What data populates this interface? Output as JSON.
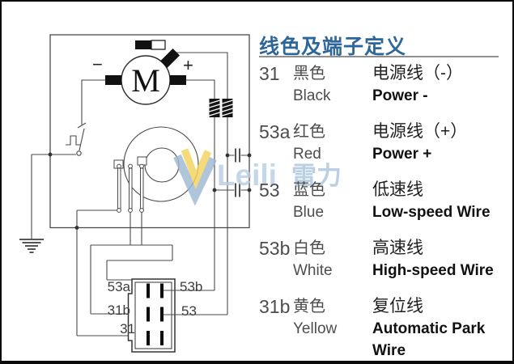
{
  "page": {
    "background": "#ffffff",
    "border_color": "#0a0a0a"
  },
  "legend": {
    "title": "线色及端子定义",
    "title_color": "#2f6699",
    "rows": [
      {
        "terminal": "31",
        "color_cn": "黑色",
        "color_en": "Black",
        "desc_cn": "电源线（-）",
        "desc_en": "Power -"
      },
      {
        "terminal": "53a",
        "color_cn": "红色",
        "color_en": "Red",
        "desc_cn": "电源线（+）",
        "desc_en": "Power +"
      },
      {
        "terminal": "53",
        "color_cn": "蓝色",
        "color_en": "Blue",
        "desc_cn": "低速线",
        "desc_en": "Low-speed Wire"
      },
      {
        "terminal": "53b",
        "color_cn": "白色",
        "color_en": "White",
        "desc_cn": "高速线",
        "desc_en": "High-speed Wire"
      },
      {
        "terminal": "31b",
        "color_cn": "黄色",
        "color_en": "Yellow",
        "desc_cn": "复位线",
        "desc_en": "Automatic Park Wire"
      }
    ]
  },
  "diagram": {
    "motor_label": "M",
    "plus_label": "+",
    "minus_label": "−",
    "line_color": "#4a4a4a",
    "connector_labels": {
      "top_left": "53a",
      "top_right": "53b",
      "mid_left": "31b",
      "mid_right": "53",
      "bottom_left": "31"
    }
  },
  "watermark": {
    "brand_en": "Leili",
    "brand_cn": "雷力",
    "chevron_blue": "#9db9d2",
    "chevron_yellow": "#f3d35e",
    "text_color": "#b7cfe3"
  }
}
